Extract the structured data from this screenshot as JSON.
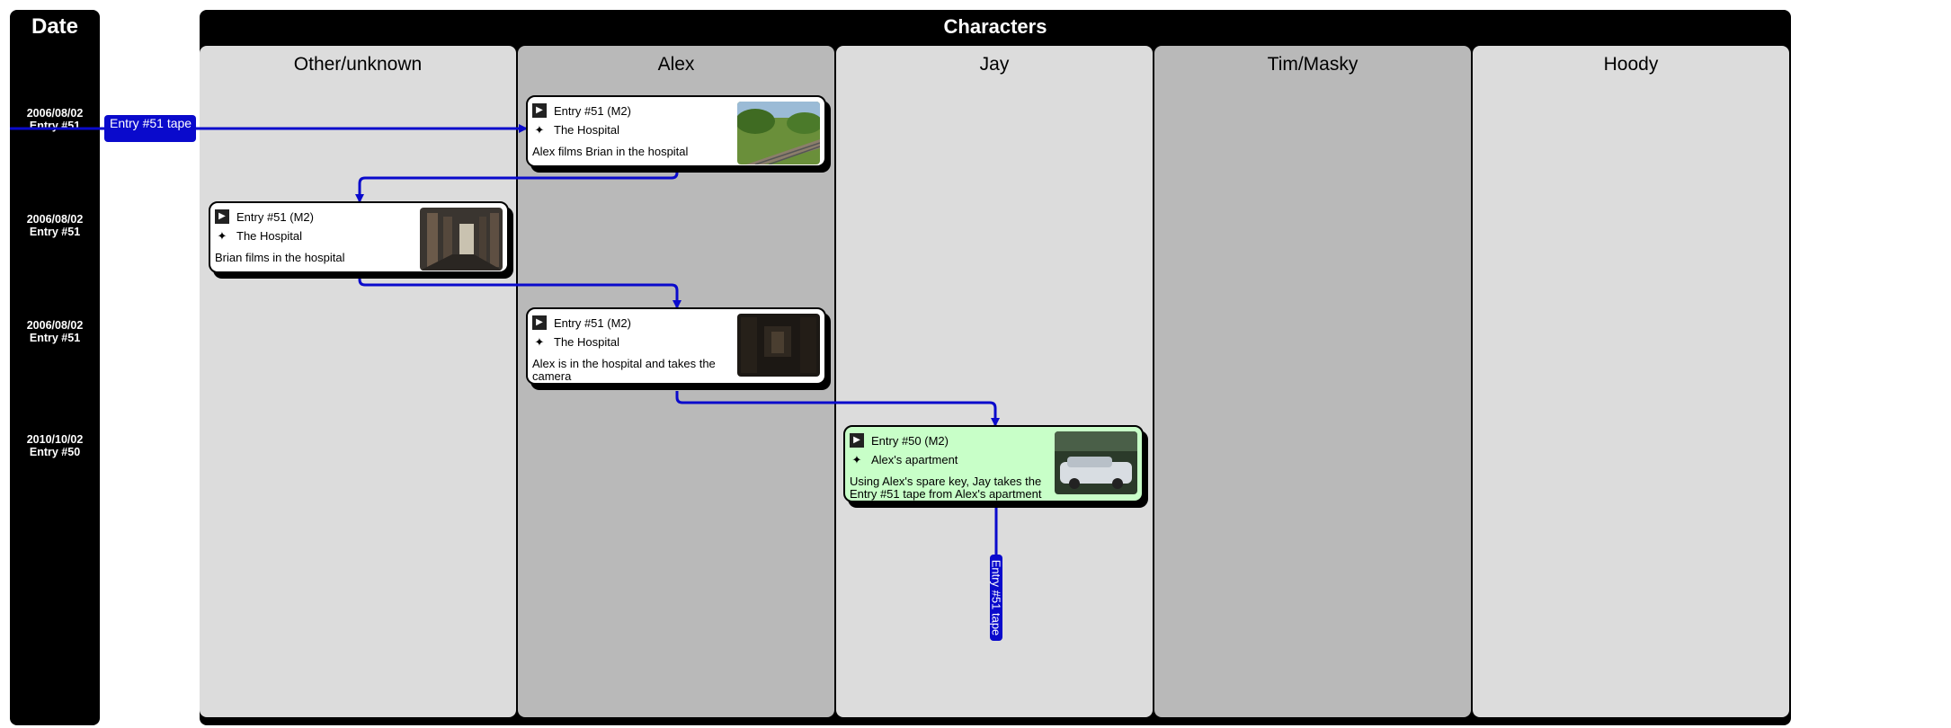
{
  "date_header": "Date",
  "date_rows": [
    {
      "date": "2006/08/02",
      "entry": "Entry #51"
    },
    {
      "date": "2006/08/02",
      "entry": "Entry #51"
    },
    {
      "date": "2006/08/02",
      "entry": "Entry #51"
    },
    {
      "date": "2010/10/02",
      "entry": "Entry #50"
    }
  ],
  "characters_header": "Characters",
  "columns": [
    "Other/unknown",
    "Alex",
    "Jay",
    "Tim/Masky",
    "Hoody"
  ],
  "cards": [
    {
      "entry": "Entry #51 (M2)",
      "location": "The Hospital",
      "description": "Alex films Brian in the hospital",
      "column": "Alex",
      "highlight": false,
      "thumbnail": "railway-tracks-image"
    },
    {
      "entry": "Entry #51 (M2)",
      "location": "The Hospital",
      "description": "Brian films in the hospital",
      "column": "Other/unknown",
      "highlight": false,
      "thumbnail": "hospital-corridor-image"
    },
    {
      "entry": "Entry #51 (M2)",
      "location": "The Hospital",
      "description": "Alex is in the hospital and takes the camera",
      "column": "Alex",
      "highlight": false,
      "thumbnail": "dark-hallway-image"
    },
    {
      "entry": "Entry #50 (M2)",
      "location": "Alex's apartment",
      "description": "Using Alex's spare key, Jay takes the Entry #51 tape from Alex's apartment",
      "column": "Jay",
      "highlight": true,
      "thumbnail": "apartment-car-image"
    }
  ],
  "tape_labels": {
    "incoming": "Entry #51 tape",
    "outgoing": "Entry #51 tape"
  },
  "colors": {
    "flow_line": "#0a0acc",
    "highlight_card": "#c8ffc8",
    "column_light": "#dcdcdc",
    "column_dark": "#b9b9b9"
  }
}
